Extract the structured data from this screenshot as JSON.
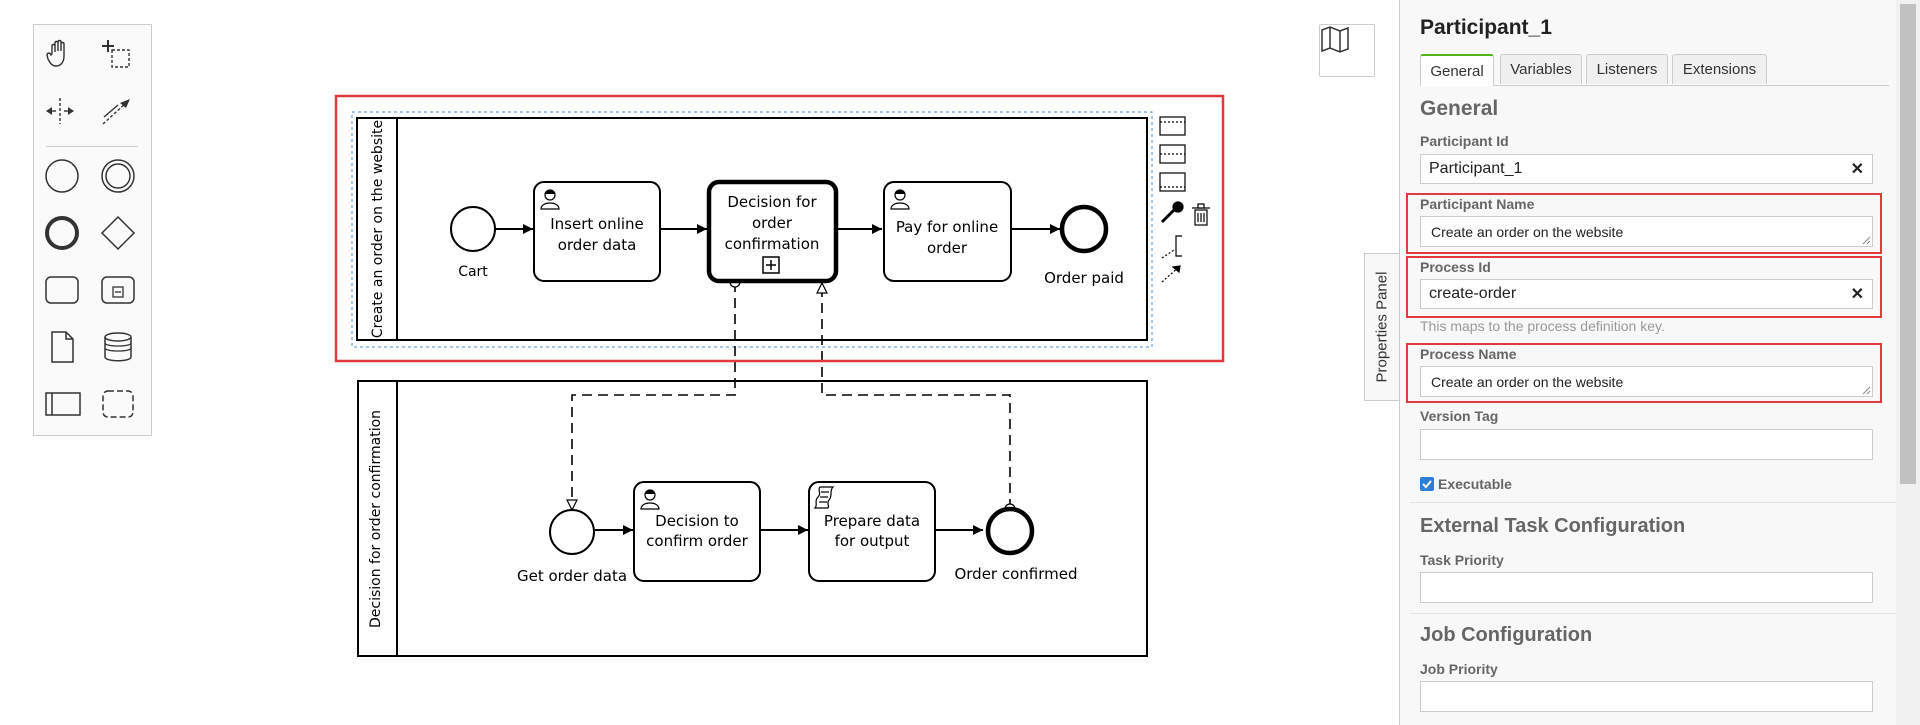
{
  "diagram": {
    "pool1": {
      "label": "Create an order on the website"
    },
    "pool2": {
      "label": "Decision for order confirmation"
    },
    "events": {
      "cart": "Cart",
      "order_paid": "Order paid",
      "get_order_data": "Get order data",
      "order_confirmed": "Order confirmed"
    },
    "tasks": {
      "insert": [
        "Insert online",
        "order data"
      ],
      "decision_sub": [
        "Decision for",
        "order",
        "confirmation"
      ],
      "pay": [
        "Pay for online",
        "order"
      ],
      "decide": [
        "Decision to",
        "confirm order"
      ],
      "prepare": [
        "Prepare data",
        "for output"
      ]
    }
  },
  "palette": {
    "tools": [
      "hand-tool-icon",
      "lasso-tool-icon",
      "space-tool-icon",
      "global-connect-icon",
      "start-event-icon",
      "intermediate-event-icon",
      "end-event-icon",
      "gateway-icon",
      "task-icon",
      "subprocess-icon",
      "data-object-icon",
      "data-store-icon",
      "participant-icon",
      "group-icon"
    ]
  },
  "panel_toggle": {
    "label": "Properties Panel"
  },
  "properties": {
    "title": "Participant_1",
    "tabs": [
      "General",
      "Variables",
      "Listeners",
      "Extensions"
    ],
    "active_tab": "General",
    "general": {
      "heading": "General",
      "participant_id_label": "Participant Id",
      "participant_id": "Participant_1",
      "participant_name_label": "Participant Name",
      "participant_name": "Create an order on the website",
      "process_id_label": "Process Id",
      "process_id": "create-order",
      "process_id_hint": "This maps to the process definition key.",
      "process_name_label": "Process Name",
      "process_name": "Create an order on the website",
      "version_tag_label": "Version Tag",
      "version_tag": "",
      "executable_label": "Executable",
      "executable": true
    },
    "external_task": {
      "heading": "External Task Configuration",
      "task_priority_label": "Task Priority",
      "task_priority": ""
    },
    "job": {
      "heading": "Job Configuration",
      "job_priority_label": "Job Priority",
      "job_priority": ""
    }
  },
  "colors": {
    "highlight": "#e0393e",
    "selection": "#4a90d9",
    "active_tab": "#52b415",
    "checkbox": "#2e7dd7"
  }
}
